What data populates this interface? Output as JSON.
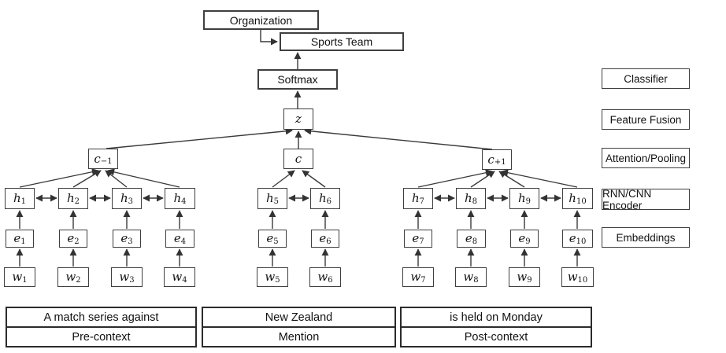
{
  "top_nodes": {
    "organization": "Organization",
    "sports_team": "Sports Team",
    "softmax": "Softmax"
  },
  "nodes": {
    "z": {
      "base": "z",
      "sub": ""
    },
    "c_prev": {
      "base": "c",
      "sub": "−1"
    },
    "c_cur": {
      "base": "c",
      "sub": ""
    },
    "c_next": {
      "base": "c",
      "sub": "+1"
    },
    "h": [
      {
        "base": "h",
        "sub": "1"
      },
      {
        "base": "h",
        "sub": "2"
      },
      {
        "base": "h",
        "sub": "3"
      },
      {
        "base": "h",
        "sub": "4"
      },
      {
        "base": "h",
        "sub": "5"
      },
      {
        "base": "h",
        "sub": "6"
      },
      {
        "base": "h",
        "sub": "7"
      },
      {
        "base": "h",
        "sub": "8"
      },
      {
        "base": "h",
        "sub": "9"
      },
      {
        "base": "h",
        "sub": "10"
      }
    ],
    "e": [
      {
        "base": "e",
        "sub": "1"
      },
      {
        "base": "e",
        "sub": "2"
      },
      {
        "base": "e",
        "sub": "3"
      },
      {
        "base": "e",
        "sub": "4"
      },
      {
        "base": "e",
        "sub": "5"
      },
      {
        "base": "e",
        "sub": "6"
      },
      {
        "base": "e",
        "sub": "7"
      },
      {
        "base": "e",
        "sub": "8"
      },
      {
        "base": "e",
        "sub": "9"
      },
      {
        "base": "e",
        "sub": "10"
      }
    ],
    "w": [
      {
        "base": "w",
        "sub": "1"
      },
      {
        "base": "w",
        "sub": "2"
      },
      {
        "base": "w",
        "sub": "3"
      },
      {
        "base": "w",
        "sub": "4"
      },
      {
        "base": "w",
        "sub": "5"
      },
      {
        "base": "w",
        "sub": "6"
      },
      {
        "base": "w",
        "sub": "7"
      },
      {
        "base": "w",
        "sub": "8"
      },
      {
        "base": "w",
        "sub": "9"
      },
      {
        "base": "w",
        "sub": "10"
      }
    ]
  },
  "layer_labels": [
    "Classifier",
    "Feature Fusion",
    "Attention/Pooling",
    "RNN/CNN Encoder",
    "Embeddings"
  ],
  "segments": [
    {
      "text": "A match series against",
      "label": "Pre-context"
    },
    {
      "text": "New Zealand",
      "label": "Mention"
    },
    {
      "text": "is held on Monday",
      "label": "Post-context"
    }
  ],
  "colors": {
    "line": "#3a3a3a",
    "border": "#3f3f3f",
    "text": "#141414",
    "background": "#ffffff"
  }
}
